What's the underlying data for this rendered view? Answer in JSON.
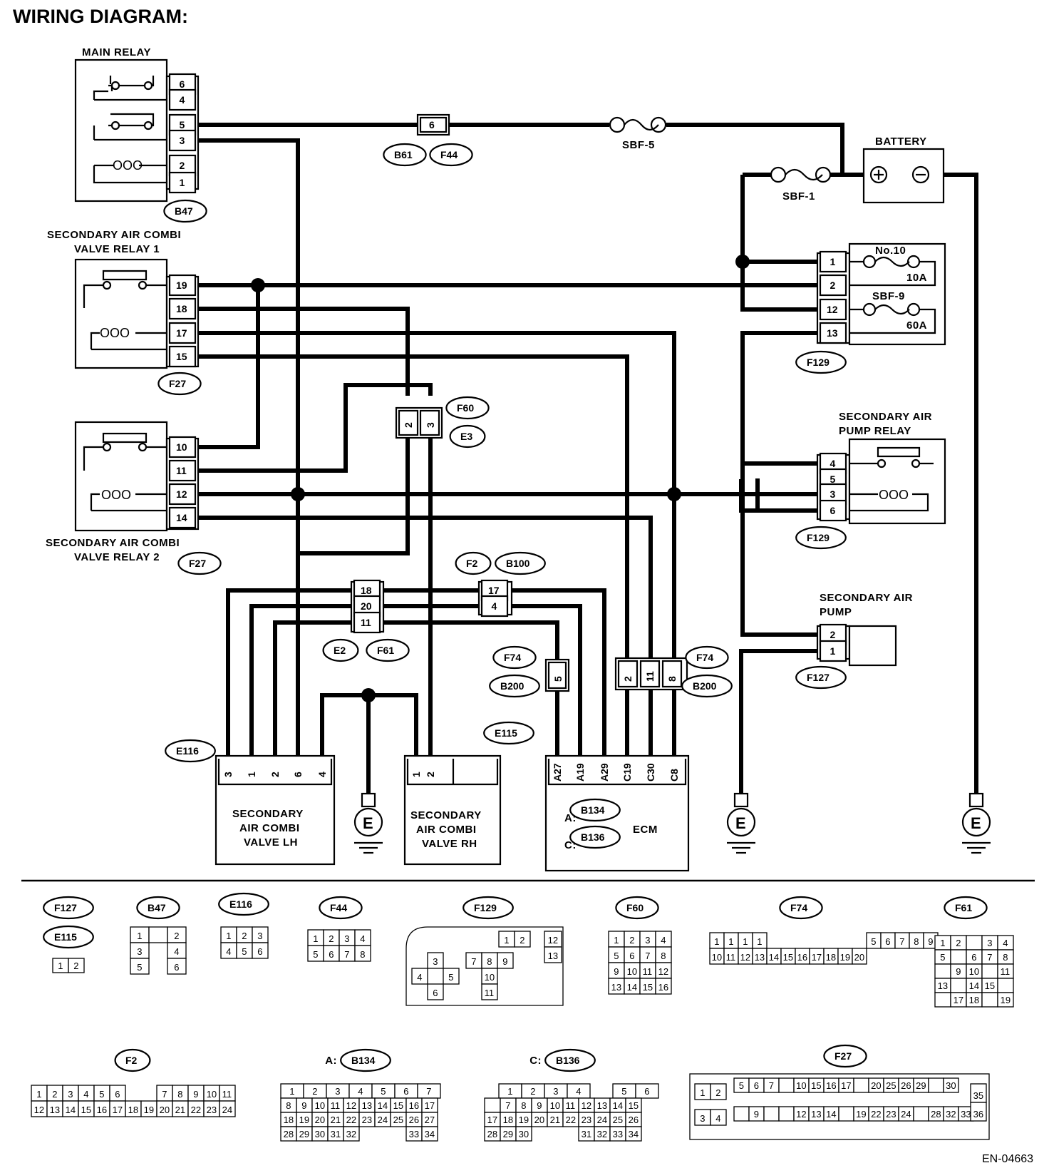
{
  "title": "WIRING DIAGRAM:",
  "figure_id": "EN-04663",
  "components": {
    "main_relay": "MAIN RELAY",
    "sac_relay1": [
      "SECONDARY AIR COMBI",
      "VALVE RELAY 1"
    ],
    "sac_relay2": [
      "SECONDARY AIR COMBI",
      "VALVE RELAY 2"
    ],
    "battery": "BATTERY",
    "sap_relay": [
      "SECONDARY AIR",
      "PUMP RELAY"
    ],
    "sa_pump": [
      "SECONDARY AIR",
      "PUMP"
    ],
    "valve_lh": [
      "SECONDARY",
      "AIR COMBI",
      "VALVE LH"
    ],
    "valve_rh": [
      "SECONDARY",
      "AIR COMBI",
      "VALVE RH"
    ],
    "ecm": "ECM",
    "ecm_a": "A:",
    "ecm_c": "C:"
  },
  "fuses": {
    "sbf5": "SBF-5",
    "sbf1": "SBF-1",
    "no10": "No.10",
    "no10_amp": "10A",
    "sbf9": "SBF-9",
    "sbf9_amp": "60A"
  },
  "ground": "E",
  "connector_ids": {
    "B47": "B47",
    "F27": "F27",
    "F27b": "F27",
    "B61": "B61",
    "F44": "F44",
    "F129": "F129",
    "F129b": "F129",
    "F60": "F60",
    "E3": "E3",
    "F2": "F2",
    "B100": "B100",
    "E2": "E2",
    "F61": "F61",
    "F74": "F74",
    "B200": "B200",
    "F74b": "F74",
    "B200b": "B200",
    "F127": "F127",
    "E115": "E115",
    "E116": "E116",
    "B134": "B134",
    "B136": "B136"
  },
  "pins": {
    "main_relay": [
      "6",
      "4",
      "5",
      "3",
      "2",
      "1"
    ],
    "relay1": [
      "19",
      "18",
      "17",
      "15"
    ],
    "relay2": [
      "10",
      "11",
      "12",
      "14"
    ],
    "f129_top": [
      "1",
      "2",
      "12",
      "13"
    ],
    "sap_relay": [
      "4",
      "5",
      "3",
      "6"
    ],
    "pump": [
      "2",
      "1"
    ],
    "b61": "6",
    "f60": [
      "2",
      "3"
    ],
    "e2": [
      "18",
      "20",
      "11"
    ],
    "f2": [
      "17",
      "4"
    ],
    "f74_single": "5",
    "f74_triple": [
      "2",
      "11",
      "8"
    ],
    "lh": [
      "3",
      "1",
      "2",
      "6",
      "4"
    ],
    "rh": [
      "1",
      "2"
    ],
    "ecm": [
      "A27",
      "A19",
      "A29",
      "C19",
      "C30",
      "C8"
    ]
  },
  "connector_views": {
    "F127": "F127",
    "E115": "E115",
    "B47": "B47",
    "E116": "E116",
    "F44": "F44",
    "F129": "F129",
    "F60": "F60",
    "F74": "F74",
    "F61": "F61",
    "F2": "F2",
    "B134_prefix": "A:",
    "B134": "B134",
    "B136_prefix": "C:",
    "B136": "B136",
    "F27": "F27"
  }
}
